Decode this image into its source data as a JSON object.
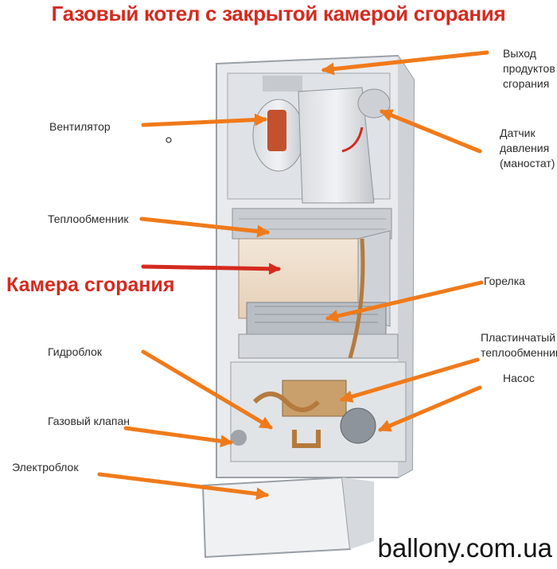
{
  "title": "Газовый котел с закрытой камерой сгорания",
  "chamber_label": "Камера сгорания",
  "labels": {
    "fan": "Вентилятор",
    "heat_exchanger": "Теплообменник",
    "hydroblock": "Гидроблок",
    "gas_valve": "Газовый клапан",
    "electroblock": "Электроблок",
    "exhaust_1": "Выход",
    "exhaust_2": "продуктов",
    "exhaust_3": "сгорания",
    "pressure_1": "Датчик",
    "pressure_2": "давления",
    "pressure_3": "(маностат)",
    "burner": "Горелка",
    "plate_1": "Пластинчатый",
    "plate_2": "теплообменник",
    "pump": "Насос"
  },
  "watermark": "ballony.com.ua",
  "colors": {
    "title": "#d42a1f",
    "arrow": "#f07a1a",
    "chamber_arrow": "#d42a1f"
  }
}
